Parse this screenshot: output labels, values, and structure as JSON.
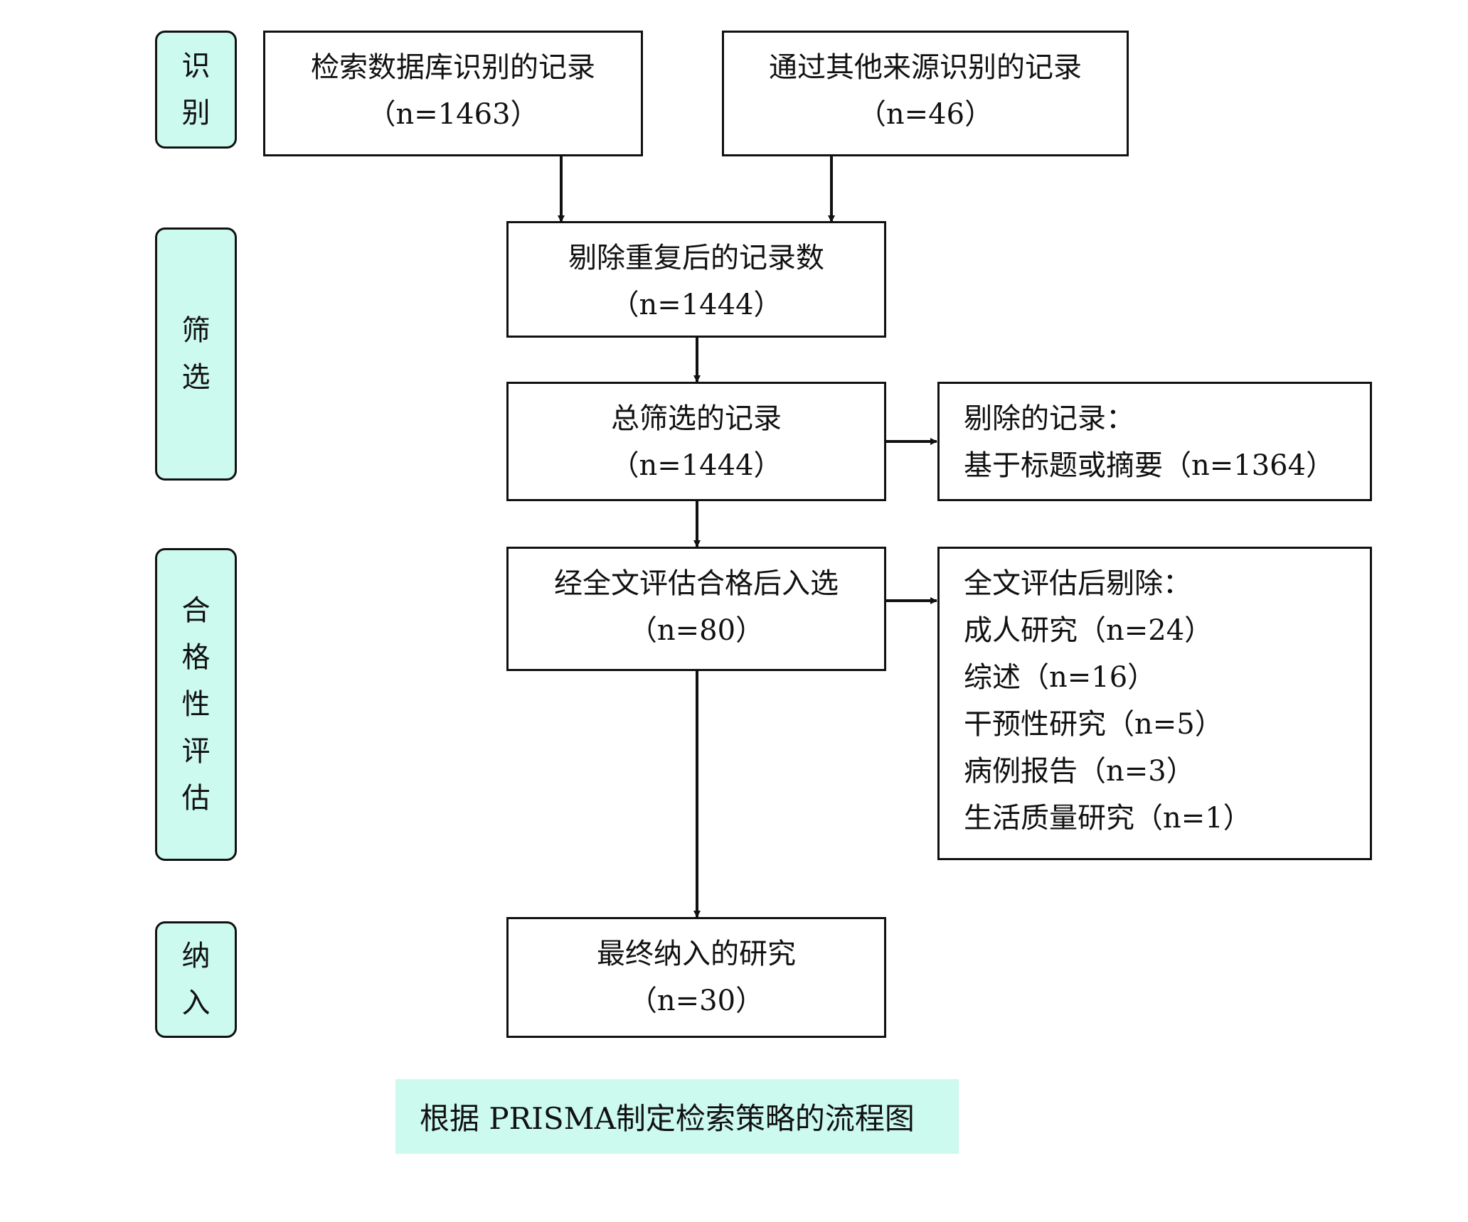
{
  "stages": {
    "identification": [
      "识",
      "别"
    ],
    "screening": [
      "筛",
      "选"
    ],
    "eligibility": [
      "合",
      "格",
      "性",
      "评",
      "估"
    ],
    "included": [
      "纳",
      "入"
    ]
  },
  "boxes": {
    "database_records": {
      "title": "检索数据库识别的记录",
      "count": "（n=1463）"
    },
    "other_sources": {
      "title": "通过其他来源识别的记录",
      "count": "（n=46）"
    },
    "after_duplicates": {
      "title": "剔除重复后的记录数",
      "count": "（n=1444）"
    },
    "screened": {
      "title": "总筛选的记录",
      "count": "（n=1444）"
    },
    "excluded_screening": {
      "title": "剔除的记录：",
      "reason": "基于标题或摘要（n=1364）"
    },
    "fulltext_eligible": {
      "title": "经全文评估合格后入选",
      "count": "（n=80）"
    },
    "excluded_fulltext": {
      "title": "全文评估后剔除：",
      "reasons": [
        "成人研究（n=24）",
        "综述（n=16）",
        "干预性研究（n=5）",
        "病例报告（n=3）",
        "生活质量研究（n=1）"
      ]
    },
    "final_included": {
      "title": "最终纳入的研究",
      "count": "（n=30）"
    }
  },
  "caption": "根据 PRISMA制定检索策略的流程图"
}
